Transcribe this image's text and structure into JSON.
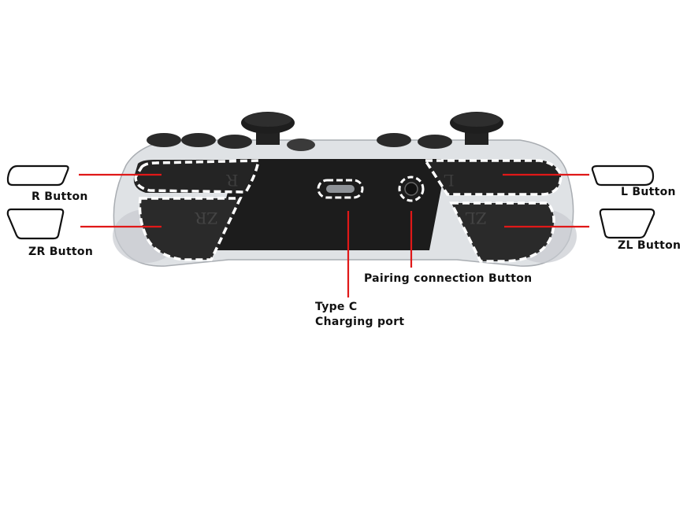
{
  "labels": {
    "r_button": "R Button",
    "zr_button": "ZR Button",
    "l_button": "L Button",
    "zl_button": "ZL Button",
    "pairing": "Pairing connection Button",
    "type_c_line1": "Type C",
    "type_c_line2": "Charging port"
  },
  "embossed": {
    "r": "R",
    "zr": "ZR",
    "l": "L",
    "zl": "ZL"
  },
  "colors": {
    "leader_line": "#e01818",
    "highlight_outline": "#ffffff",
    "body_dark": "#1c1c1c",
    "clear_shell": "#d9dcdf"
  }
}
